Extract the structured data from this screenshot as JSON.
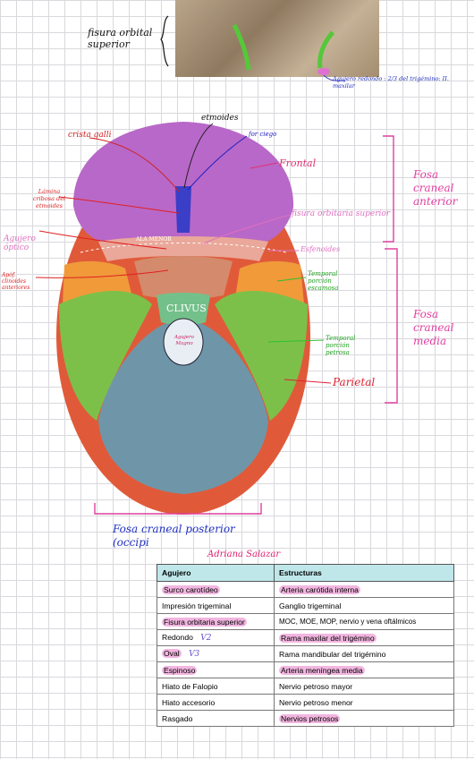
{
  "labels": {
    "fisura_orbital_superior": "fisura orbital superior",
    "agujero_redondo": "Agujero redondo : 2/3 del trigémino: II. maxilar",
    "etmoides": "etmoides",
    "crista_galli": "crista galli",
    "foramen_ciego": "for ciego",
    "frontal": "Frontal",
    "lamina_cribosa": "Lámina cribosa del etmoides",
    "fisura_orbitaria_superior": "fisura orbitaria superior",
    "agujero_optico": "Agujero óptico",
    "esfenoides": "Esfenoides",
    "ala_menor": "ALA MENOR",
    "apofisis": "Apóf. clinoides anteriores",
    "temporal_escamosa": "Temporal porción escamosa",
    "temporal_petrosa": "Temporal porción petrosa",
    "parietal": "Parietal",
    "clivus": "CLIVUS",
    "agujero_magno": "Agujero Magno",
    "fosa_anterior": "Fosa craneal anterior",
    "fosa_media": "Fosa craneal media",
    "fosa_posterior": "Fosa craneal posterior (occipi",
    "author": "Adriana Salazar"
  },
  "table": {
    "headers": [
      "Agujero",
      "Estructuras"
    ],
    "rows": [
      {
        "agujero": "Surco carotídeo",
        "estructura": "Arteria carótida interna"
      },
      {
        "agujero": "Impresión trigeminal",
        "estructura": "Ganglio trigeminal"
      },
      {
        "agujero": "Fisura orbitaria superior",
        "estructura": "MOC, MOE, MOP, nervio y vena oftálmicos"
      },
      {
        "agujero": "Redondo",
        "note": "V2",
        "estructura": "Rama maxilar del trigémino"
      },
      {
        "agujero": "Oval",
        "note": "V3",
        "estructura": "Rama mandibular del trigémino"
      },
      {
        "agujero": "Espinoso",
        "estructura": "Arteria meníngea media"
      },
      {
        "agujero": "Hiato de Falopio",
        "estructura": "Nervio petroso mayor"
      },
      {
        "agujero": "Hiato accesorio",
        "estructura": "Nervio petroso menor"
      },
      {
        "agujero": "Rasgado",
        "estructura": "Nervios petrosos"
      }
    ]
  }
}
